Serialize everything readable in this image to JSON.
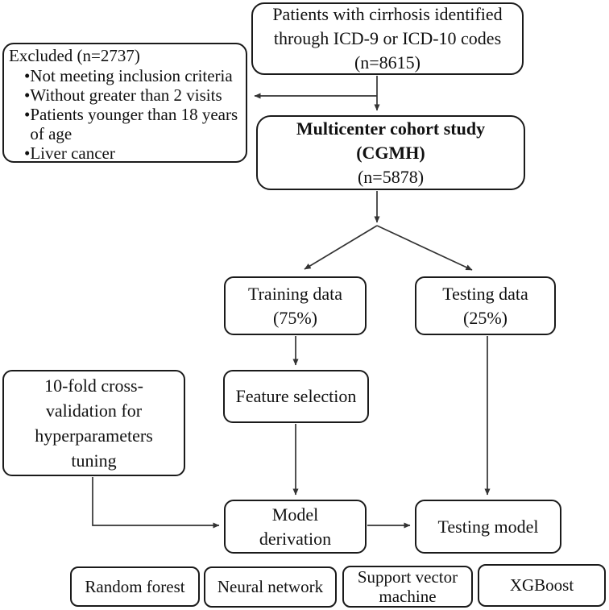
{
  "figure": {
    "patients_box": "Patients with cirrhosis identified\nthrough ICD-9 or ICD-10 codes\n(n=8615)",
    "excluded_box": {
      "title": "Excluded (n=2737)",
      "bullet": "•",
      "items": [
        "Not meeting inclusion criteria",
        "Without greater than 2 visits",
        "Patients younger than 18 years of age",
        "Liver cancer"
      ]
    },
    "cohort_box": {
      "title": "Multicenter cohort study\n(CGMH)",
      "n_label": "(n=5878)"
    },
    "training_box": "Training data\n(75%)",
    "testing_data_box": "Testing data\n(25%)",
    "feature_selection_box": "Feature selection",
    "cross_validation_box": "10-fold cross-\nvalidation for\nhyperparameters\ntuning",
    "model_derivation_box": "Model\nderivation",
    "testing_model_box": "Testing model",
    "model_boxes": [
      "Random forest",
      "Neural network",
      "Support vector\nmachine",
      "XGBoost"
    ],
    "colors": {
      "line": "#333333",
      "border": "#1a1a1a",
      "text": "#111111",
      "background": "#ffffff"
    }
  }
}
